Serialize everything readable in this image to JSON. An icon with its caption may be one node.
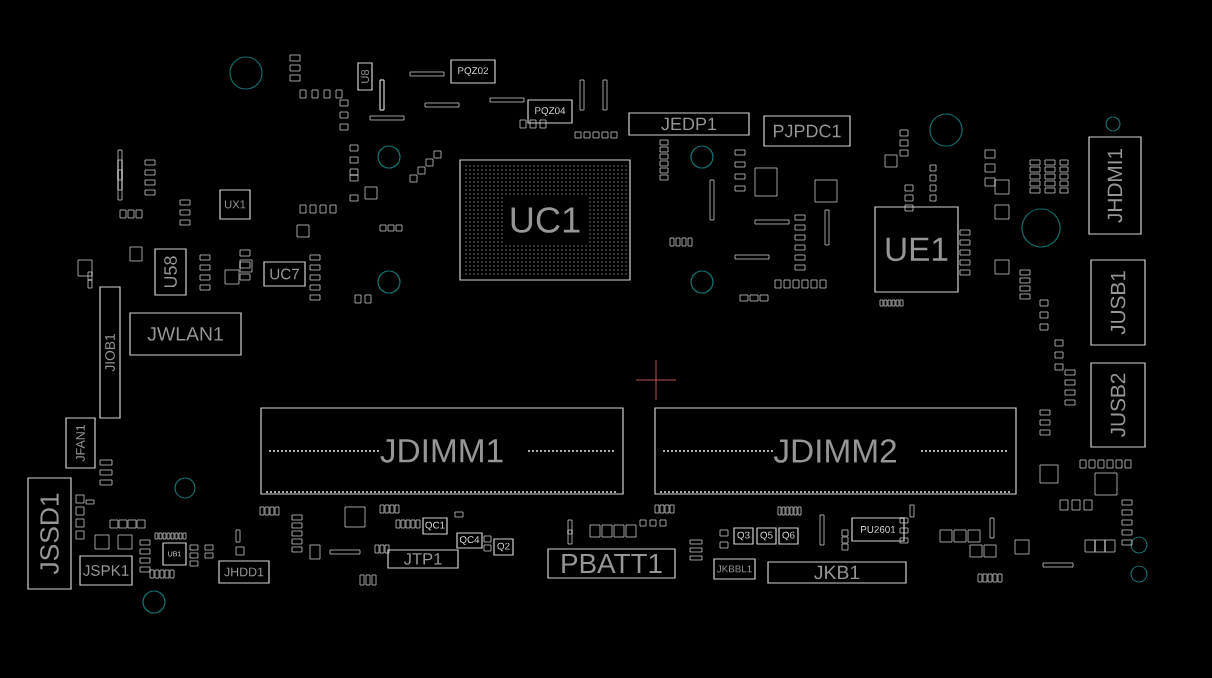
{
  "diagram": {
    "nodes": [
      {
        "text": [
          "UC1"
        ]
      },
      {
        "text": [
          "JEDP1"
        ]
      },
      {
        "text": [
          "PJPDC1"
        ]
      },
      {
        "text": [
          "UE1"
        ]
      },
      {
        "text": [
          "JHDMI1"
        ]
      },
      {
        "text": [
          "JUSB1"
        ]
      },
      {
        "text": [
          "JUSB2"
        ]
      },
      {
        "text": [
          "JWLAN1"
        ]
      },
      {
        "text": [
          "JIOB1"
        ]
      },
      {
        "text": [
          "JDIMM1"
        ]
      },
      {
        "text": [
          "JDIMM2"
        ]
      },
      {
        "text": [
          "JFAN1"
        ]
      },
      {
        "text": [
          "JSSD1"
        ]
      },
      {
        "text": [
          "JSPK1"
        ]
      },
      {
        "text": [
          "UB1"
        ]
      },
      {
        "text": [
          "JHDD1"
        ]
      },
      {
        "text": [
          "JTP1"
        ]
      },
      {
        "text": [
          "PBATT1"
        ]
      },
      {
        "text": [
          "JKBBL1"
        ]
      },
      {
        "text": [
          "JKB1"
        ]
      },
      {
        "text": [
          "U58"
        ]
      },
      {
        "text": [
          "UX1"
        ]
      },
      {
        "text": [
          "UC7"
        ]
      },
      {
        "text": [
          "U8"
        ]
      },
      {
        "text": [
          "PQZ02"
        ]
      },
      {
        "text": [
          "PQZ04"
        ]
      },
      {
        "text": [
          "PU2601"
        ]
      },
      {
        "text": [
          "QC1"
        ]
      },
      {
        "text": [
          "QC4"
        ]
      },
      {
        "text": [
          "Q2"
        ]
      },
      {
        "text": [
          "Q3"
        ]
      },
      {
        "text": [
          "Q5"
        ]
      },
      {
        "text": [
          "Q6"
        ]
      }
    ]
  }
}
